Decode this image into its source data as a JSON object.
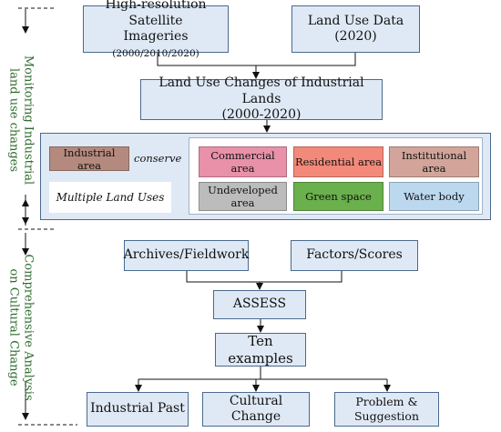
{
  "side_labels": {
    "top": [
      "Monitoring Industrial",
      "land use changes"
    ],
    "bottom": [
      "Comprehensive Analysis",
      "on Cultural Change"
    ]
  },
  "boxes": {
    "satellite": {
      "line1": "High-resolution Satellite",
      "line2_main": "Imageries ",
      "line2_small": "(2000/2010/2020)"
    },
    "land_use_data": {
      "line1": "Land Use Data",
      "line2": "(2020)"
    },
    "changes": {
      "line1": "Land Use Changes of Industrial Lands",
      "line2": "(2000-2020)"
    },
    "archives": "Archives/Fieldwork",
    "factors": "Factors/Scores",
    "assess": "ASSESS",
    "ten_examples": "Ten examples",
    "industrial_past": "Industrial Past",
    "cultural_change": "Cultural Change",
    "problem": {
      "line1": "Problem &",
      "line2": "Suggestion"
    }
  },
  "panel": {
    "industrial_area": "Industrial area",
    "conserve": "conserve",
    "multiple_land_uses": "Multiple Land Uses",
    "categories": [
      {
        "label": "Commercial area",
        "color": "#e891a9"
      },
      {
        "label": "Residential area",
        "color": "#f3897a"
      },
      {
        "label": "Institutional area",
        "color": "#d3a59a"
      },
      {
        "label": "Undeveloped area",
        "color": "#bcbcbc"
      },
      {
        "label": "Green space",
        "color": "#6ab04c"
      },
      {
        "label": "Water body",
        "color": "#bcd8ef"
      }
    ],
    "industrial_color": "#b58a7e"
  }
}
